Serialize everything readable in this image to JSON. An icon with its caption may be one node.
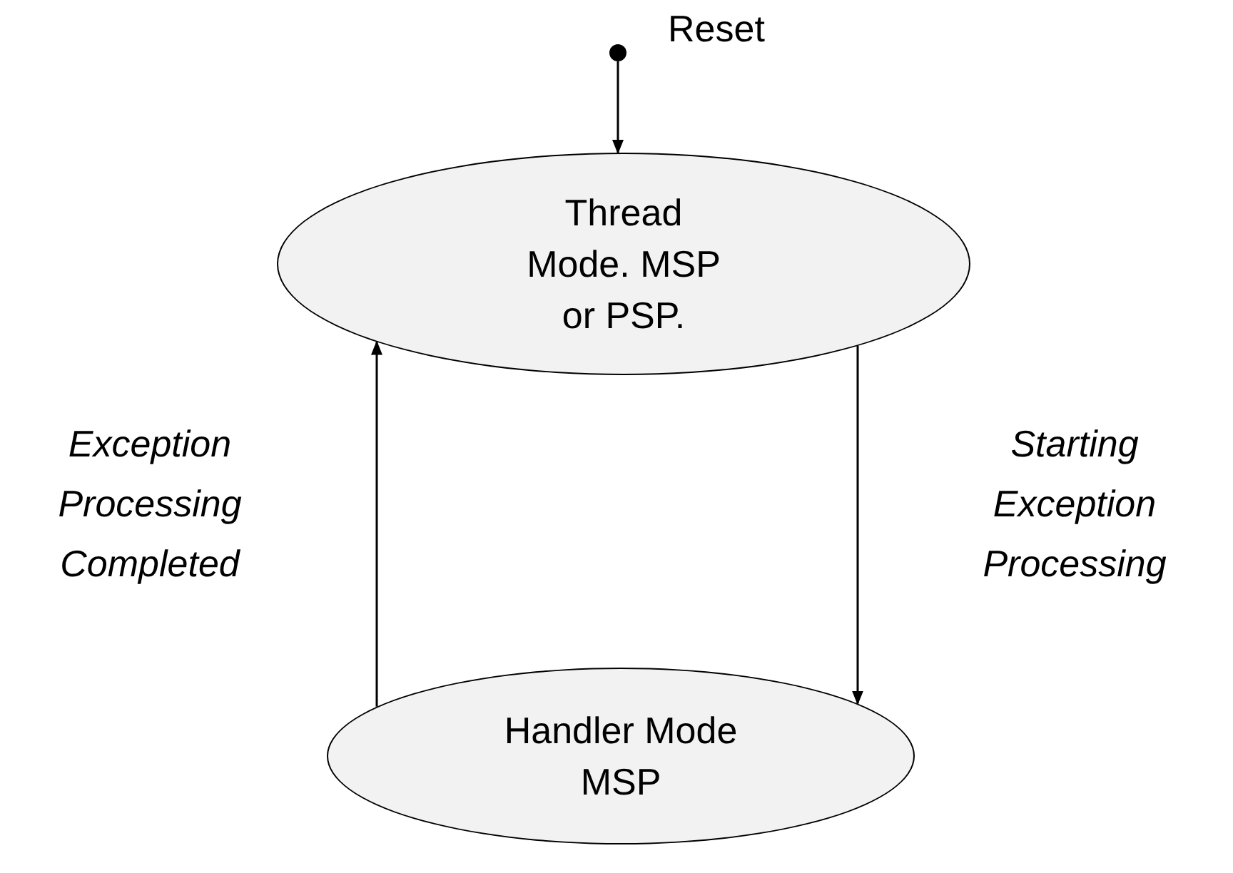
{
  "diagram": {
    "nodes": [
      {
        "text": [],
        "shape": "circle",
        "beside": [
          "Reset"
        ]
      },
      {
        "text": [
          "Thread Mode. MSP or PSP."
        ]
      },
      {
        "text": [
          "Handler Mode MSP"
        ]
      }
    ],
    "edges": [
      {
        "from": 0,
        "to": 1,
        "arrow": "to"
      },
      {
        "from": 2,
        "to": 1,
        "arrow": "to",
        "label": "Exception Processing Completed"
      },
      {
        "from": 1,
        "to": 2,
        "arrow": "to",
        "label": "Starting Exception Processing"
      }
    ]
  }
}
